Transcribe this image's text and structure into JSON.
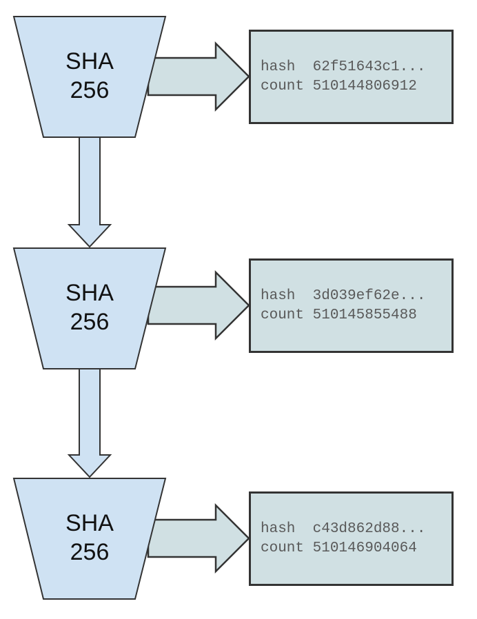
{
  "diagram": {
    "stages": [
      {
        "funnel": {
          "line1": "SHA",
          "line2": "256"
        },
        "output": {
          "hash_label": "hash",
          "hash_value": "62f51643c1...",
          "count_label": "count",
          "count_value": "510144806912"
        }
      },
      {
        "funnel": {
          "line1": "SHA",
          "line2": "256"
        },
        "output": {
          "hash_label": "hash",
          "hash_value": "3d039ef62e...",
          "count_label": "count",
          "count_value": "510145855488"
        }
      },
      {
        "funnel": {
          "line1": "SHA",
          "line2": "256"
        },
        "output": {
          "hash_label": "hash",
          "hash_value": "c43d862d88...",
          "count_label": "count",
          "count_value": "510146904064"
        }
      }
    ],
    "colors": {
      "funnel_fill": "#cfe2f3",
      "arrow_down_fill": "#cfe2f3",
      "arrow_right_fill": "#d0e0e3",
      "output_box_fill": "#d0e0e3",
      "border": "#333333",
      "funnel_text": "#111111",
      "mono_text": "#595959",
      "background": "#ffffff"
    }
  }
}
